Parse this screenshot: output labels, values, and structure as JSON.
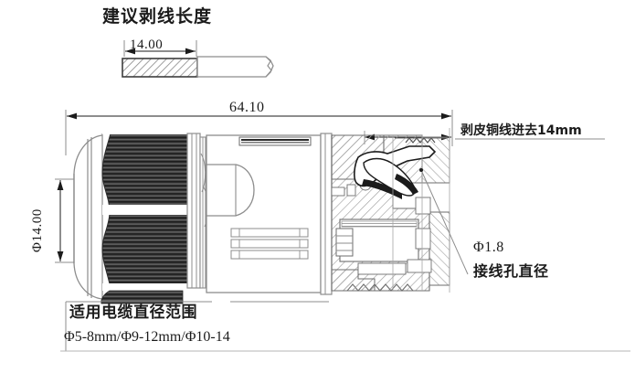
{
  "drawing": {
    "type": "technical-cross-section",
    "subject": "waterproof cable gland connector",
    "background_color": "#ffffff",
    "line_color": "#8d8d8d",
    "dark_line_color": "#1b1b1b",
    "hatch_color": "#9a9a9a",
    "knurl_dark": "#2b2b2b",
    "knurl_light": "#6a6a6a"
  },
  "strip_detail": {
    "title": "建议剥线长度",
    "dimension_value": "14.00",
    "conductor_fill": "hatched-gray",
    "jacket_fill": "#ffffff"
  },
  "main_view": {
    "overall_length": "64.10",
    "diameter": "Φ14.00"
  },
  "annotations": {
    "copper_insert": "剥皮铜线进去14mm",
    "hole_diameter_value": "Φ1.8",
    "hole_diameter_label": "接线孔直径",
    "cable_range_title": "适用电缆直径范围",
    "cable_range_value": "Φ5-8mm/Φ9-12mm/Φ10-14"
  }
}
